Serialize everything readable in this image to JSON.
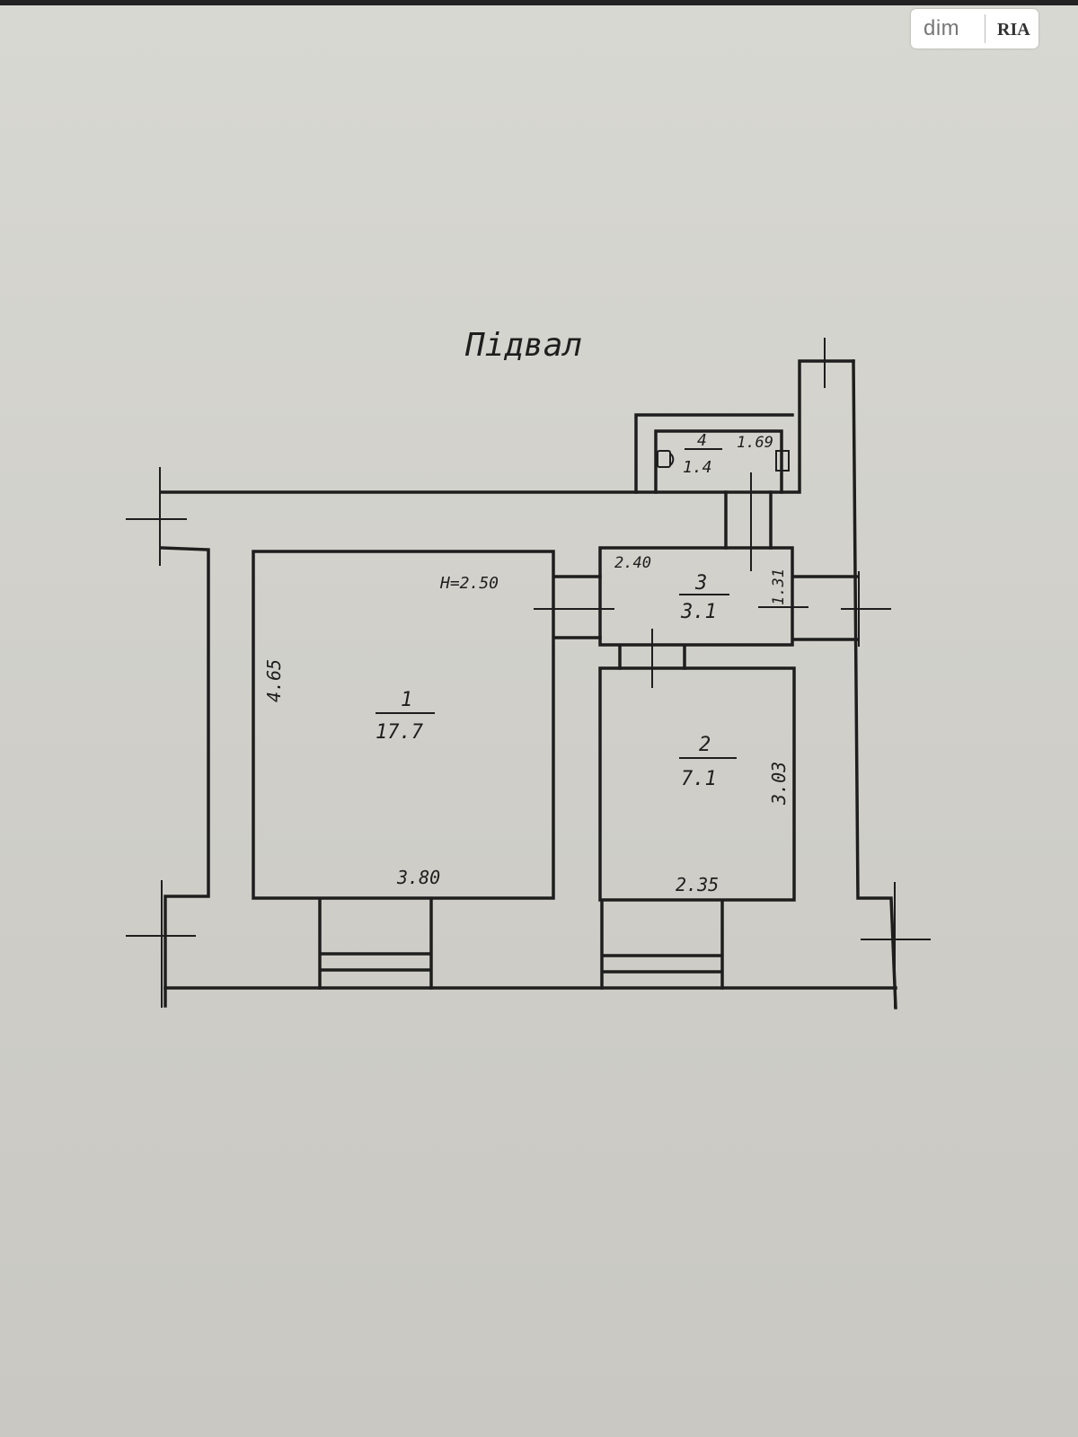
{
  "watermark": {
    "left": "dim",
    "right": "RIA"
  },
  "title": "Підвал",
  "height_label": "H=2.50",
  "rooms": [
    {
      "number": "1",
      "area": "17.7"
    },
    {
      "number": "2",
      "area": "7.1"
    },
    {
      "number": "3",
      "area": "3.1"
    },
    {
      "number": "4",
      "area": "1.4"
    }
  ],
  "dimensions": {
    "room1_width": "3.80",
    "room1_length": "4.65",
    "room2_width": "2.35",
    "room2_length": "3.03",
    "room3_width": "2.40",
    "room3_length": "1.31",
    "room4_width": "1.69"
  },
  "colors": {
    "ink": "#1e1e1e",
    "paper": "#d6d5cf"
  }
}
